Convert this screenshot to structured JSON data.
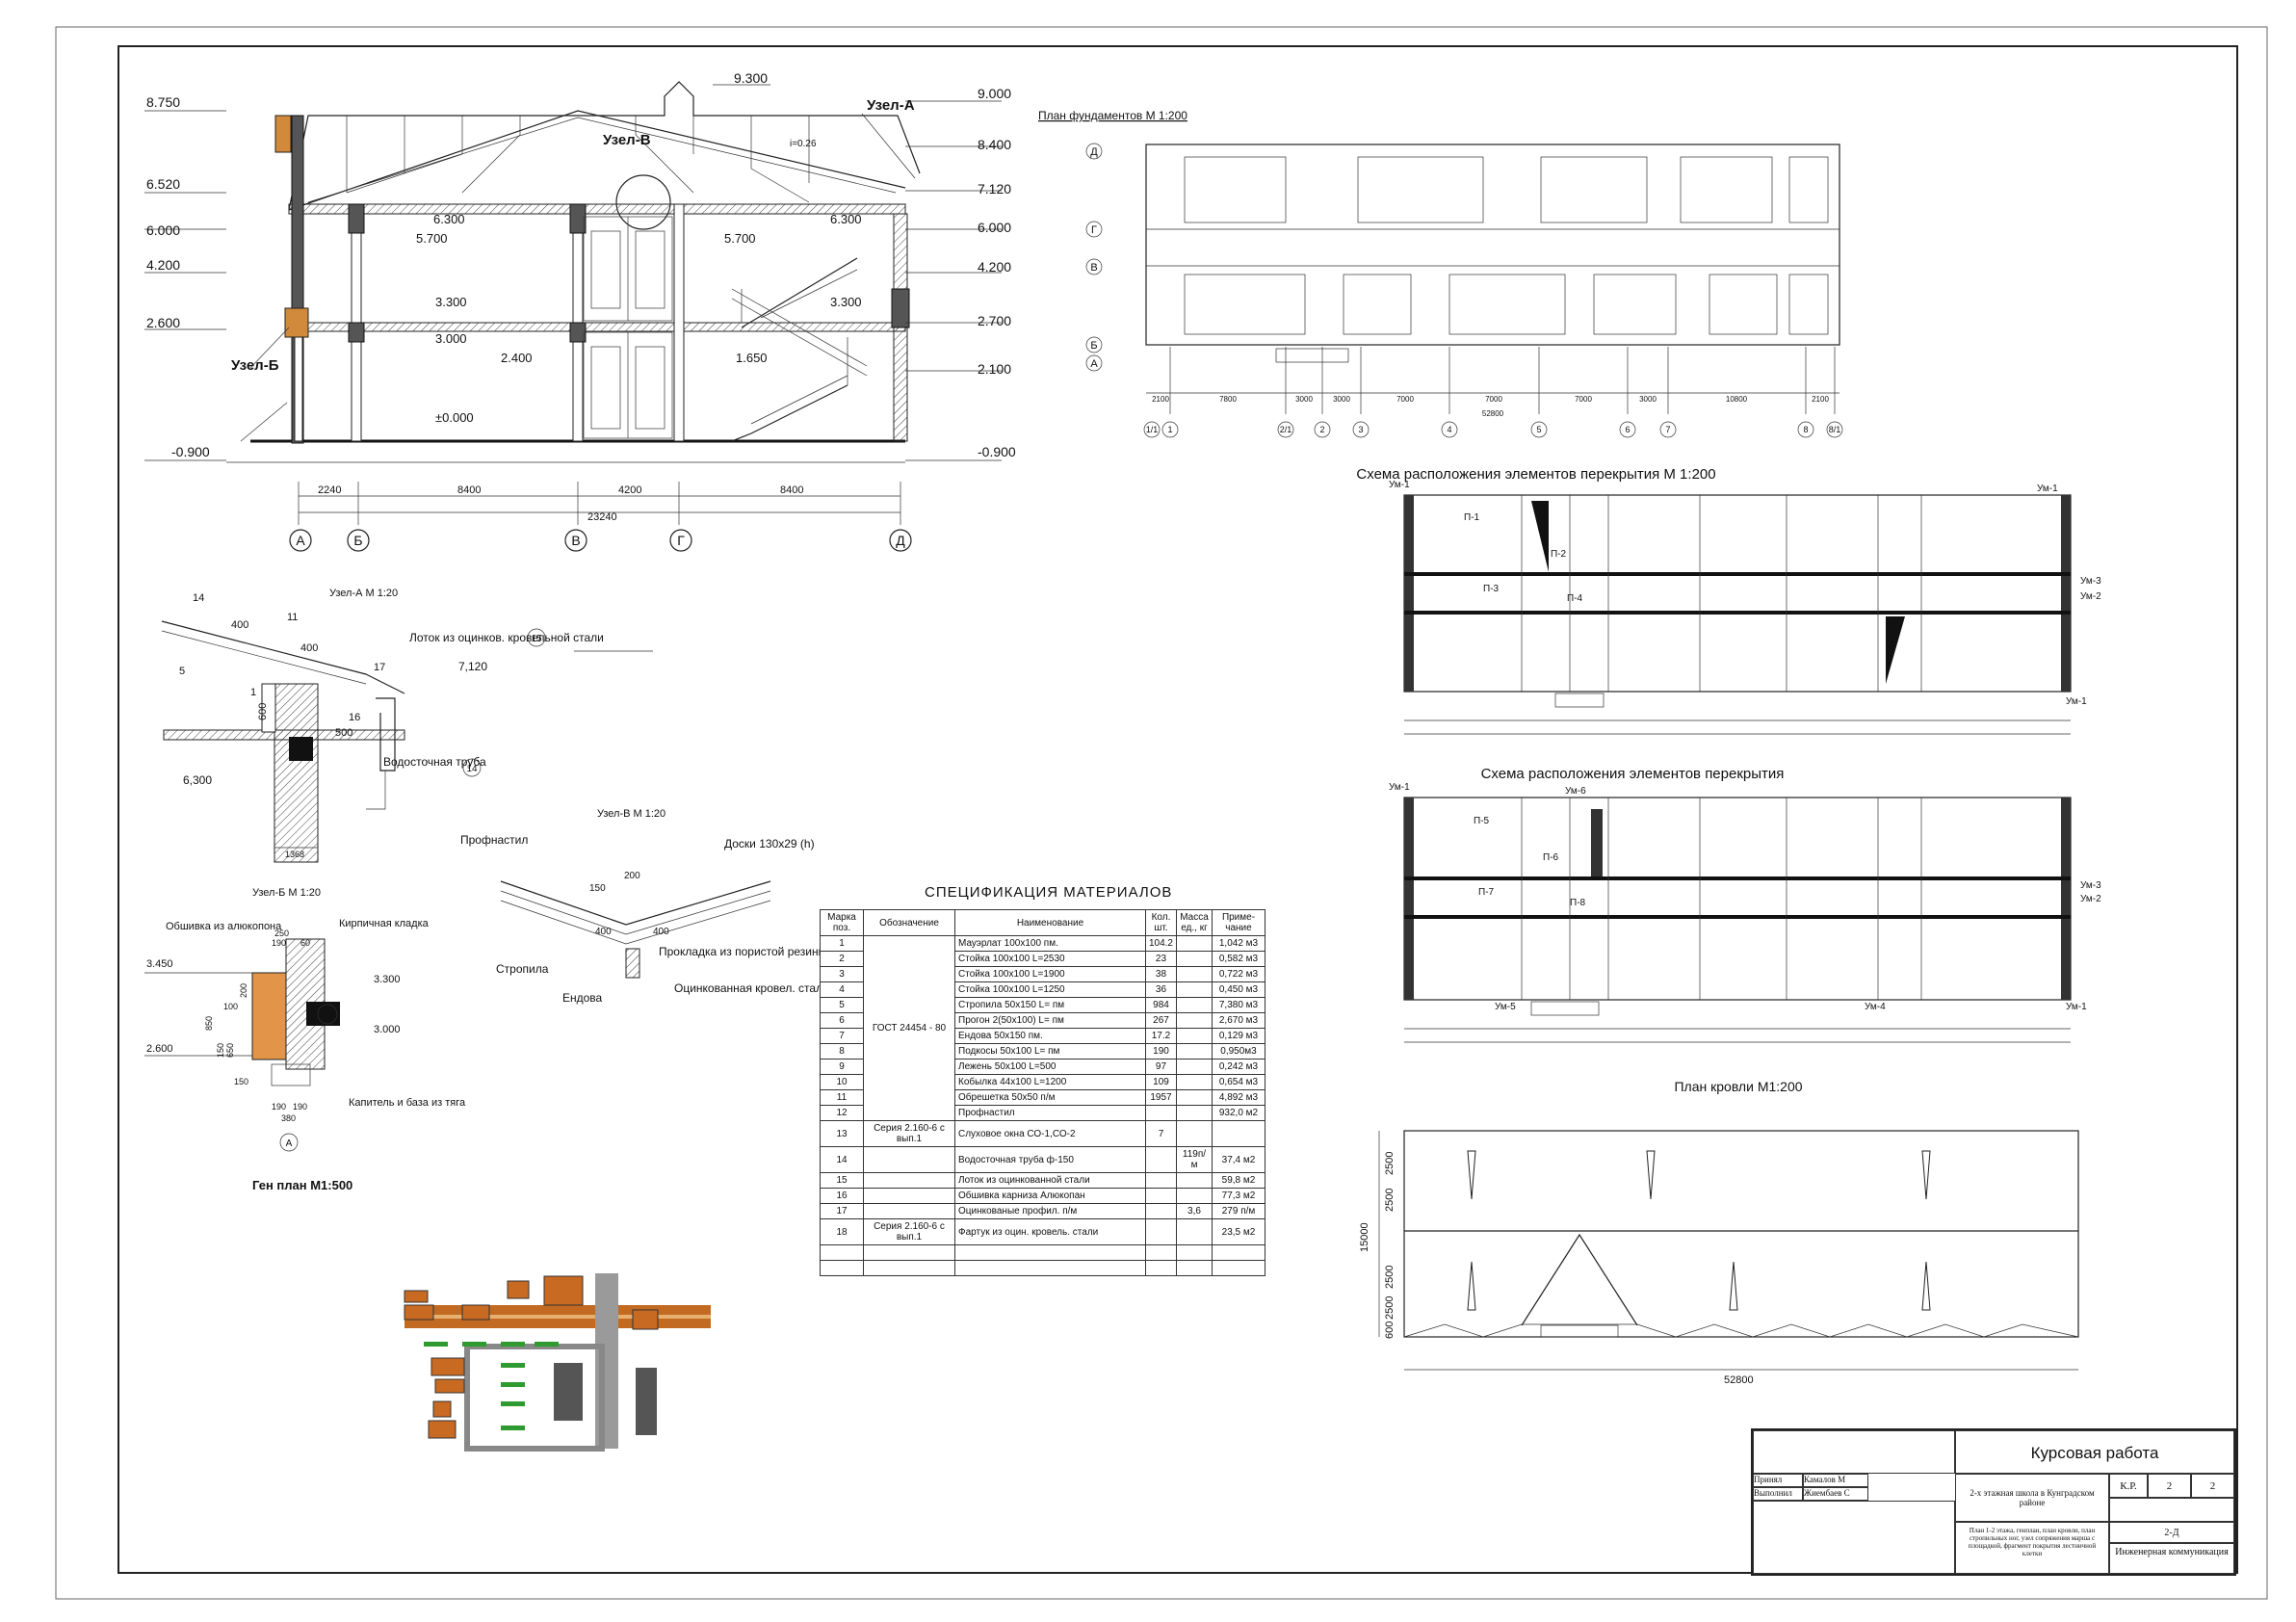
{
  "section": {
    "levels_left": [
      "8.750",
      "6.520",
      "6.000",
      "4.200",
      "2.600",
      "-0.900"
    ],
    "levels_right": [
      "9.000",
      "8.400",
      "7.120",
      "6.000",
      "4.200",
      "2.700",
      "2.100",
      "-0.900"
    ],
    "top_level": "9.300",
    "inner_levels": [
      "5.700",
      "5.700",
      "6.300",
      "6.300",
      "3.300",
      "3.000",
      "2.400",
      "1.650",
      "3.300",
      "±0.000"
    ],
    "slope": "i=0.26",
    "node_a": "Узел-А",
    "node_b": "Узел-Б",
    "node_v": "Узел-В",
    "dims": [
      "2240",
      "8400",
      "4200",
      "8400"
    ],
    "total": "23240",
    "axes": [
      "А",
      "Б",
      "В",
      "Г",
      "Д"
    ]
  },
  "foundation_plan": {
    "title": "План фундаментов М 1:200",
    "axes_rows": [
      "Д",
      "Г",
      "В",
      "Б",
      "А"
    ],
    "axes_cols": [
      "1/1",
      "1",
      "2/1",
      "2",
      "3",
      "4",
      "5",
      "6",
      "7",
      "8",
      "8/1"
    ],
    "dims": [
      "2100",
      "7800",
      "3000",
      "3000",
      "7000",
      "7000",
      "7000",
      "3000",
      "10800",
      "2100"
    ],
    "total": "52800"
  },
  "floor_scheme_1": {
    "title": "Схема расположения элементов перекрытия  М 1:200",
    "labels": [
      "Ум-1",
      "Ум-1",
      "П-1",
      "П-2",
      "П-3",
      "П-4",
      "Ум-3",
      "Ум-2",
      "Ум-1"
    ]
  },
  "floor_scheme_2": {
    "title": "Схема расположения элементов перекрытия",
    "labels": [
      "Ум-1",
      "Ум-6",
      "П-5",
      "П-6",
      "П-7",
      "П-8",
      "Ум-3",
      "Ум-2",
      "Ум-5",
      "Ум-4",
      "Ум-1"
    ]
  },
  "roof_plan": {
    "title": "План кровли М1:200",
    "dims_v": [
      "2500",
      "2500",
      "15000",
      "2500",
      "2500",
      "600"
    ],
    "total": "52800"
  },
  "node_a_detail": {
    "title": "Узел-А М 1:20",
    "callouts": [
      "14",
      "11",
      "400",
      "400",
      "5",
      "1",
      "17",
      "16",
      "500",
      "600"
    ],
    "label_gutter": "Лоток из оцинков. кровельной стали",
    "num_gutter": "15",
    "label_pipe": "Водосточная труба",
    "num_pipe": "14",
    "level1": "7,120",
    "level2": "6,300",
    "dim_bottom": "1368"
  },
  "node_b_detail": {
    "title": "Узел-Б М 1:20",
    "label_cladding": "Обшивка из алюкопона",
    "label_brick": "Кирпичная кладка",
    "label_capital": "Капитель и база из тяга",
    "levels": [
      "3.450",
      "2.600",
      "3.300",
      "3.000"
    ],
    "dims": [
      "250",
      "190",
      "60",
      "100",
      "200",
      "850",
      "150",
      "650",
      "150",
      "190",
      "190",
      "380"
    ],
    "axis": "А"
  },
  "node_v_detail": {
    "title": "Узел-В М 1:20",
    "labels": [
      "Профнастил",
      "Доски 130х29 (h)",
      "Стропила",
      "Прокладка из пористой резины",
      "Ендова",
      "Оцинкованная кровел. сталь"
    ],
    "dims": [
      "150",
      "200",
      "400",
      "400"
    ]
  },
  "site_plan": {
    "title": "Ген план М1:500"
  },
  "spec": {
    "title": "СПЕЦИФИКАЦИЯ МАТЕРИАЛОВ",
    "headers": [
      "Марка поз.",
      "Обозначение",
      "Наименование",
      "Кол. шт.",
      "Масса ед., кг",
      "Приме-чание"
    ],
    "gost": "ГОСТ 24454 - 80",
    "rows": [
      {
        "pos": "1",
        "code": "",
        "name": "Мауэрлат 100х100   пм.",
        "qty": "104.2",
        "mass": "",
        "note": "1,042 м3"
      },
      {
        "pos": "2",
        "code": "",
        "name": "Стойка 100х100    L=2530",
        "qty": "23",
        "mass": "",
        "note": "0,582 м3"
      },
      {
        "pos": "3",
        "code": "",
        "name": "Стойка 100х100    L=1900",
        "qty": "38",
        "mass": "",
        "note": "0,722 м3"
      },
      {
        "pos": "4",
        "code": "",
        "name": "Стойка 100х100    L=1250",
        "qty": "36",
        "mass": "",
        "note": "0,450 м3"
      },
      {
        "pos": "5",
        "code": "",
        "name": "Стропила 50х150     L= пм",
        "qty": "984",
        "mass": "",
        "note": "7,380 м3"
      },
      {
        "pos": "6",
        "code": "",
        "name": "Прогон 2(50х100)    L= пм",
        "qty": "267",
        "mass": "",
        "note": "2,670 м3"
      },
      {
        "pos": "7",
        "code": "",
        "name": "Ендова   50х150    пм.",
        "qty": "17.2",
        "mass": "",
        "note": "0,129 м3"
      },
      {
        "pos": "8",
        "code": "",
        "name": "Подкосы 50х100     L= пм",
        "qty": "190",
        "mass": "",
        "note": "0,950м3"
      },
      {
        "pos": "9",
        "code": "",
        "name": "Лежень 50х100   L=500",
        "qty": "97",
        "mass": "",
        "note": "0,242 м3"
      },
      {
        "pos": "10",
        "code": "",
        "name": "Кобылка 44х100     L=1200",
        "qty": "109",
        "mass": "",
        "note": "0,654 м3"
      },
      {
        "pos": "11",
        "code": "",
        "name": "Обрешетка  50х50   п/м",
        "qty": "1957",
        "mass": "",
        "note": "4,892 м3"
      },
      {
        "pos": "12",
        "code": "",
        "name": "Профнастил",
        "qty": "",
        "mass": "",
        "note": "932,0 м2"
      },
      {
        "pos": "13",
        "code": "Серия 2.160-6 с вып.1",
        "name": "Слуховое окна СО-1,СО-2",
        "qty": "7",
        "mass": "",
        "note": ""
      },
      {
        "pos": "14",
        "code": "",
        "name": "Водосточная труба ф-150",
        "qty": "",
        "mass": "119п/м",
        "note": "37,4 м2"
      },
      {
        "pos": "15",
        "code": "",
        "name": "Лоток из оцинкованной стали",
        "qty": "",
        "mass": "",
        "note": "59,8 м2"
      },
      {
        "pos": "16",
        "code": "",
        "name": "Обшивка карниза Алюкопан",
        "qty": "",
        "mass": "",
        "note": "77,3 м2"
      },
      {
        "pos": "17",
        "code": "",
        "name": "Оцинкованые профил.     п/м",
        "qty": "",
        "mass": "3,6",
        "note": "279 п/м"
      },
      {
        "pos": "18",
        "code": "Серия 2.160-6 с вып.1",
        "name": "Фартук из оцин. кровель. стали",
        "qty": "",
        "mass": "",
        "note": "23,5 м2"
      }
    ]
  },
  "stamp": {
    "title": "Курсовая работа",
    "project": "2-х этажная школа в  Кунградском районе",
    "code": "К.Р.",
    "sheet": "2",
    "sheets": "2",
    "row1_role": "Принял",
    "row1_name": "Камалов М",
    "row2_role": "Выполнил",
    "row2_name": "Жиембаев С",
    "contents": "План 1-2 этажа, генплан, план кровли, план стропильных ног, узел сопряжения марша с площадкой, фрагмент покрытия лестничной клетки",
    "group": "2-Д",
    "dept": "Инженерная коммуникация"
  }
}
